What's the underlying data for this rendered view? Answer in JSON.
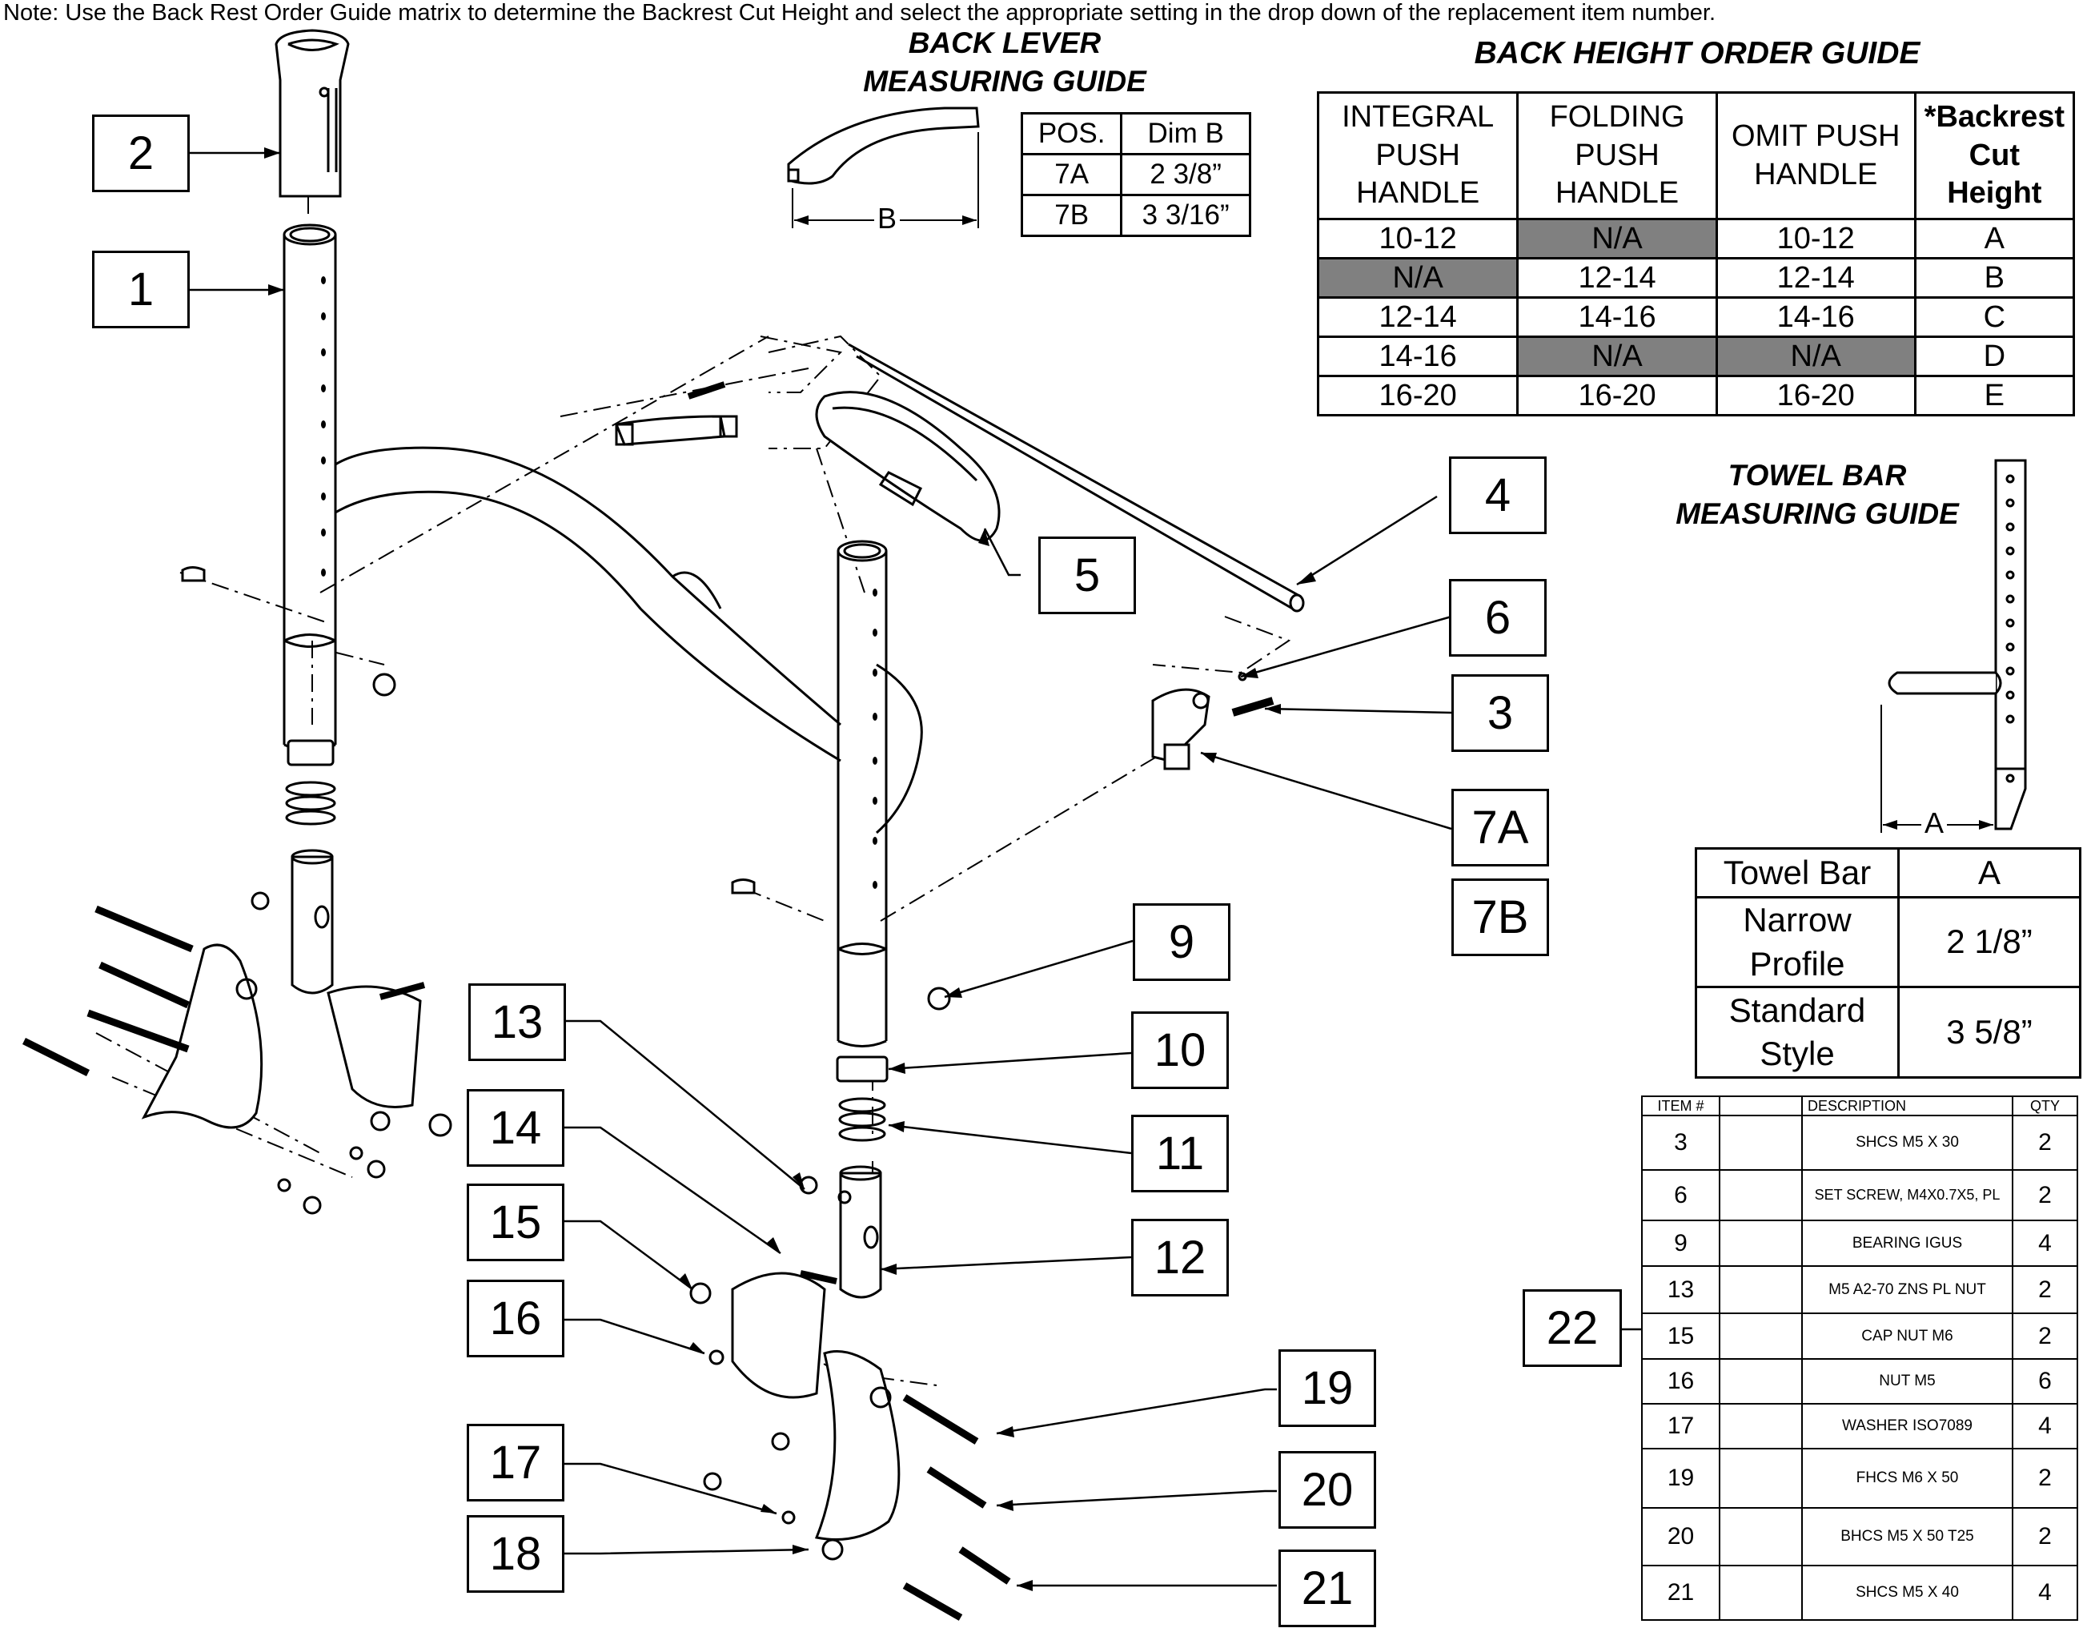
{
  "note": "Note: Use the Back Rest Order Guide matrix to determine the Backrest Cut Height and select the appropriate setting in the drop down of the replacement item number.",
  "back_lever_guide": {
    "title_line1": "BACK LEVER",
    "title_line2": "MEASURING GUIDE",
    "dim_label": "B",
    "headers": [
      "POS.",
      "Dim B"
    ],
    "rows": [
      {
        "pos": "7A",
        "dim": "2 3/8”"
      },
      {
        "pos": "7B",
        "dim": "3 3/16”"
      }
    ]
  },
  "back_height_guide": {
    "title": "BACK HEIGHT ORDER GUIDE",
    "headers": [
      "INTEGRAL PUSH HANDLE",
      "FOLDING PUSH HANDLE",
      "OMIT PUSH HANDLE",
      "*Backrest Cut Height"
    ],
    "rows": [
      {
        "integral": "10-12",
        "folding": "N/A",
        "omit": "10-12",
        "cut": "A"
      },
      {
        "integral": "N/A",
        "folding": "12-14",
        "omit": "12-14",
        "cut": "B"
      },
      {
        "integral": "12-14",
        "folding": "14-16",
        "omit": "14-16",
        "cut": "C"
      },
      {
        "integral": "14-16",
        "folding": "N/A",
        "omit": "N/A",
        "cut": "D"
      },
      {
        "integral": "16-20",
        "folding": "16-20",
        "omit": "16-20",
        "cut": "E"
      }
    ],
    "na_color": "#808080"
  },
  "towel_bar_guide": {
    "title_line1": "TOWEL BAR",
    "title_line2": "MEASURING GUIDE",
    "dim_label": "A",
    "headers": [
      "Towel Bar",
      "A"
    ],
    "rows": [
      {
        "style_line1": "Narrow",
        "style_line2": "Profile",
        "value": "2 1/8”"
      },
      {
        "style_line1": "Standard",
        "style_line2": "Style",
        "value": "3 5/8”"
      }
    ]
  },
  "callouts": {
    "c1": "1",
    "c2": "2",
    "c3": "3",
    "c4": "4",
    "c5": "5",
    "c6": "6",
    "c7a": "7A",
    "c7b": "7B",
    "c9": "9",
    "c10": "10",
    "c11": "11",
    "c12": "12",
    "c13": "13",
    "c14": "14",
    "c15": "15",
    "c16": "16",
    "c17": "17",
    "c18": "18",
    "c19": "19",
    "c20": "20",
    "c21": "21",
    "c22": "22"
  },
  "parts_list": {
    "headers": [
      "ITEM #",
      "",
      "DESCRIPTION",
      "QTY"
    ],
    "rows": [
      {
        "item": "3",
        "icon": "socket-head-screw-icon",
        "desc": "SHCS M5 X 30",
        "qty": "2"
      },
      {
        "item": "6",
        "icon": "set-screw-icon",
        "desc": "SET SCREW, M4X0.7X5, PL",
        "qty": "2"
      },
      {
        "item": "9",
        "icon": "bearing-icon",
        "desc": "BEARING IGUS",
        "qty": "4"
      },
      {
        "item": "13",
        "icon": "hex-nut-icon",
        "desc": "M5 A2-70 ZNS PL NUT",
        "qty": "2"
      },
      {
        "item": "15",
        "icon": "cap-nut-icon",
        "desc": "CAP NUT M6",
        "qty": "2"
      },
      {
        "item": "16",
        "icon": "nut-icon",
        "desc": "NUT M5",
        "qty": "6"
      },
      {
        "item": "17",
        "icon": "washer-icon",
        "desc": "WASHER ISO7089",
        "qty": "4"
      },
      {
        "item": "19",
        "icon": "flat-head-screw-icon",
        "desc": "FHCS M6 X 50",
        "qty": "2"
      },
      {
        "item": "20",
        "icon": "button-head-screw-icon",
        "desc": "BHCS M5 X 50 T25",
        "qty": "2"
      },
      {
        "item": "21",
        "icon": "socket-head-screw-long-icon",
        "desc": "SHCS M5 X 40",
        "qty": "4"
      }
    ]
  }
}
